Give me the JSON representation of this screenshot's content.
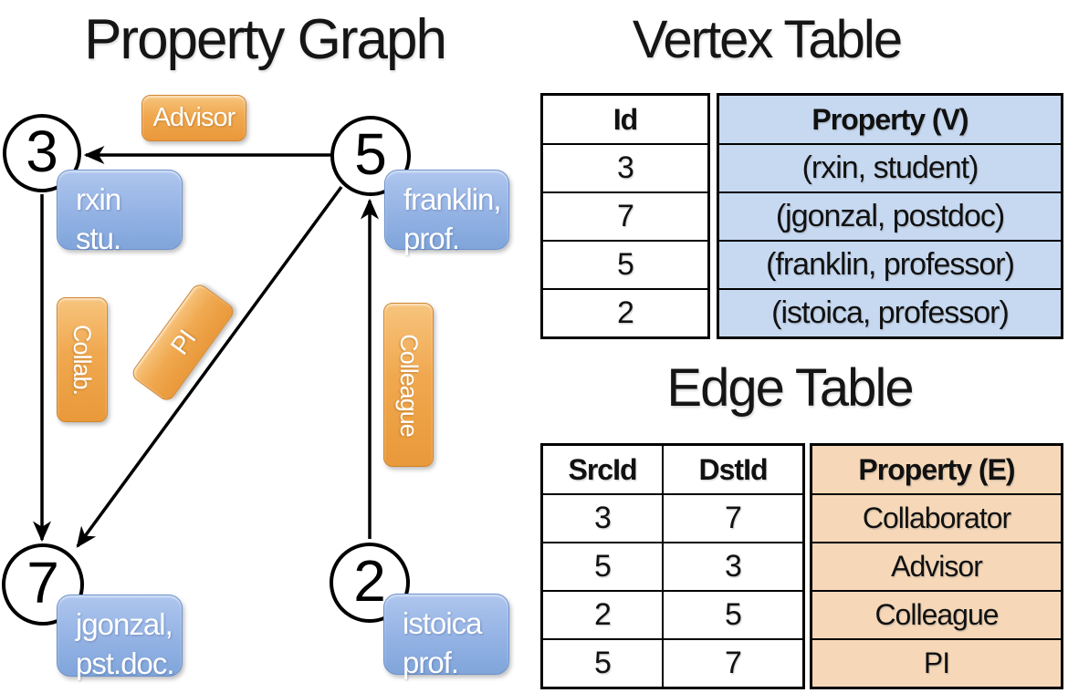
{
  "graph": {
    "title": "Property Graph",
    "vertices": [
      {
        "id": "3",
        "callout_line1": "rxin",
        "callout_line2": "stu."
      },
      {
        "id": "5",
        "callout_line1": "franklin,",
        "callout_line2": "prof."
      },
      {
        "id": "7",
        "callout_line1": "jgonzal,",
        "callout_line2": "pst.doc."
      },
      {
        "id": "2",
        "callout_line1": "istoica",
        "callout_line2": "prof."
      }
    ],
    "edges": [
      {
        "src": "5",
        "dst": "3",
        "label": "Advisor"
      },
      {
        "src": "3",
        "dst": "7",
        "label": "Collab."
      },
      {
        "src": "5",
        "dst": "7",
        "label": "PI"
      },
      {
        "src": "2",
        "dst": "5",
        "label": "Colleague"
      }
    ]
  },
  "vertex_table": {
    "title": "Vertex Table",
    "headers": {
      "id": "Id",
      "property": "Property (V)"
    },
    "rows": [
      {
        "id": "3",
        "property": "(rxin, student)"
      },
      {
        "id": "7",
        "property": "(jgonzal, postdoc)"
      },
      {
        "id": "5",
        "property": "(franklin, professor)"
      },
      {
        "id": "2",
        "property": "(istoica, professor)"
      }
    ]
  },
  "edge_table": {
    "title": "Edge Table",
    "headers": {
      "src": "SrcId",
      "dst": "DstId",
      "property": "Property (E)"
    },
    "rows": [
      {
        "src": "3",
        "dst": "7",
        "property": "Collaborator"
      },
      {
        "src": "5",
        "dst": "3",
        "property": "Advisor"
      },
      {
        "src": "2",
        "dst": "5",
        "property": "Colleague"
      },
      {
        "src": "5",
        "dst": "7",
        "property": "PI"
      }
    ]
  },
  "colors": {
    "edge_label_bg": "#efa64c",
    "vertex_callout_bg": "#8fafe2",
    "vertex_table_property_bg": "#c6d9f1",
    "edge_table_property_bg": "#f6d8b8",
    "line_color": "#000000",
    "text_on_labels": "#ffffff"
  }
}
